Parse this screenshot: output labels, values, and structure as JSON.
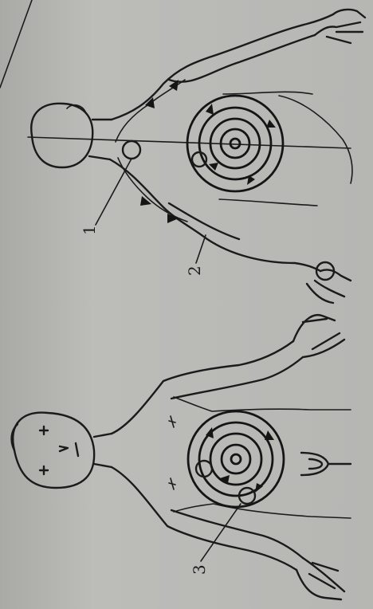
{
  "figure": {
    "labels": [
      "1",
      "2",
      "3"
    ],
    "colors": {
      "paper": "#b9b9b6",
      "ink": "#1b1b1b"
    }
  }
}
